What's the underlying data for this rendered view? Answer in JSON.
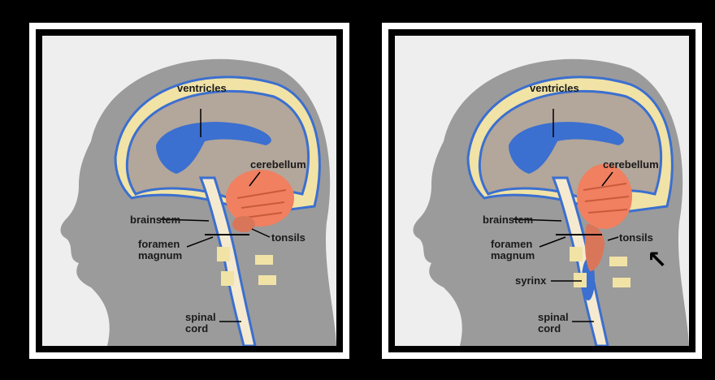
{
  "left_panel": {
    "labels": {
      "ventricles": "ventricles",
      "cerebellum": "cerebellum",
      "brainstem": "brainstem",
      "tonsils": "tonsils",
      "foramen_line1": "foramen",
      "foramen_line2": "magnum",
      "spinal_line1": "spinal",
      "spinal_line2": "cord"
    }
  },
  "right_panel": {
    "labels": {
      "ventricles": "ventricles",
      "cerebellum": "cerebellum",
      "brainstem": "brainstem",
      "tonsils": "tonsils",
      "foramen_line1": "foramen",
      "foramen_line2": "magnum",
      "syrinx": "syrinx",
      "spinal_line1": "spinal",
      "spinal_line2": "cord"
    },
    "indicator": "arrow-up-left-icon"
  },
  "colors": {
    "skin": "#9b9b9b",
    "skull": "#f1e3a6",
    "brain": "#b3a69a",
    "csf": "#3b6fd0",
    "cerebellum": "#f08060",
    "cord": "#f5ead0"
  }
}
